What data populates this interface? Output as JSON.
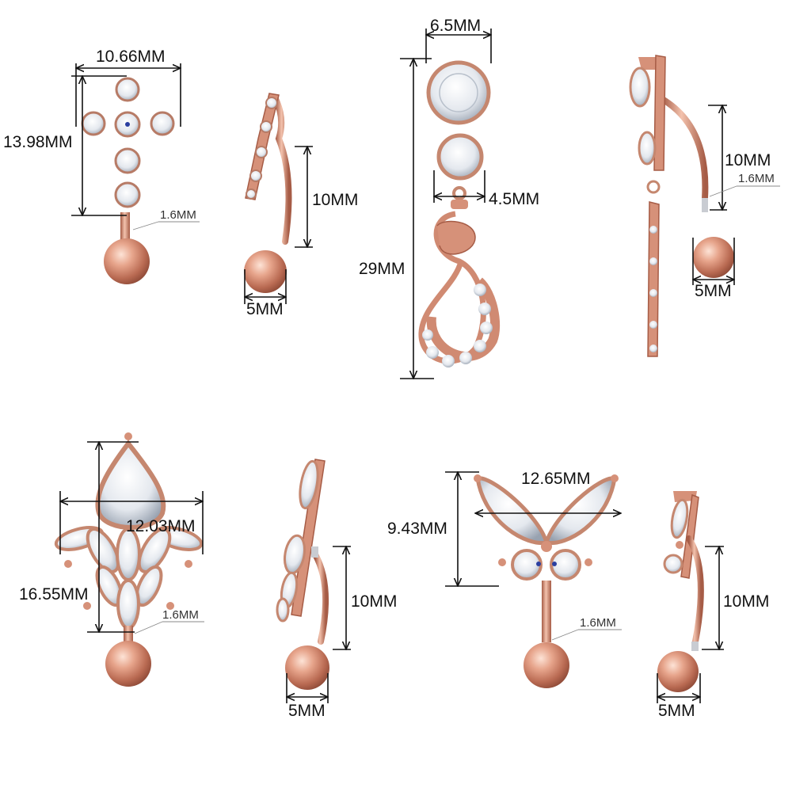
{
  "products": [
    {
      "name": "cross",
      "dimensions": {
        "width": "10.66MM",
        "height": "13.98MM",
        "gauge": "1.6MM"
      }
    },
    {
      "name": "cross-side",
      "dimensions": {
        "bar_length": "10MM",
        "ball": "5MM"
      }
    },
    {
      "name": "infinity-dangle",
      "dimensions": {
        "top_stone": "6.5MM",
        "second_stone": "4.5MM",
        "total_length": "29MM"
      }
    },
    {
      "name": "infinity-side",
      "dimensions": {
        "bar_length": "10MM",
        "gauge": "1.6MM",
        "ball": "5MM"
      }
    },
    {
      "name": "leaf-cluster",
      "dimensions": {
        "width": "12.03MM",
        "height": "16.55MM",
        "gauge": "1.6MM"
      }
    },
    {
      "name": "leaf-side",
      "dimensions": {
        "bar_length": "10MM",
        "ball": "5MM"
      }
    },
    {
      "name": "butterfly",
      "dimensions": {
        "width": "12.65MM",
        "height": "9.43MM",
        "gauge": "1.6MM"
      }
    },
    {
      "name": "butterfly-side",
      "dimensions": {
        "bar_length": "10MM",
        "ball": "5MM"
      }
    }
  ],
  "colors": {
    "background": "#ffffff",
    "rose_gold": "#d9957e",
    "rose_gold_dark": "#a85d48",
    "crystal": "#eef1f5",
    "crystal_edge": "#8e98a6",
    "accent_blue": "#2b3fa0"
  }
}
